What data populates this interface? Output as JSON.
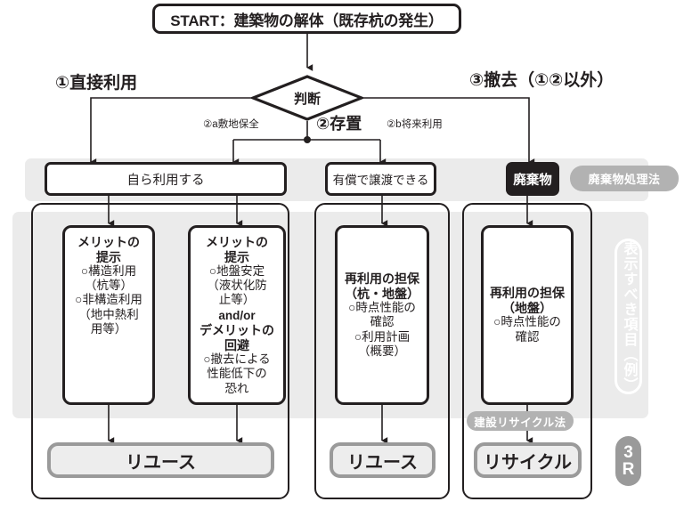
{
  "start": {
    "label": "START：建築物の解体（既存杭の発生）"
  },
  "decision": {
    "label": "判断"
  },
  "branches": {
    "direct_use": "①直接利用",
    "leave_in_place": "②存置",
    "removal": "③撤去（①②以外）",
    "site_preservation": "②a敷地保全",
    "future_use": "②b将来利用"
  },
  "outcome_row": {
    "self_use": "自ら利用する",
    "paid_transfer": "有償で譲渡できる",
    "waste": "廃棄物"
  },
  "laws": {
    "waste_disposal_law": "廃棄物処理法",
    "construction_recycling_law": "建設リサイクル法"
  },
  "details": {
    "merit_1": {
      "heading_line_1": "メリットの",
      "heading_line_2": "提示",
      "lines": [
        "○構造利用",
        "（杭等）",
        "○非構造利用",
        "（地中熱利",
        "用等）"
      ]
    },
    "merit_2": {
      "heading_line_1": "メリットの",
      "heading_line_2": "提示",
      "lines_before": [
        "○地盤安定",
        "（液状化防",
        "止等）"
      ],
      "andor": "and/or",
      "heading2_line_1": "デメリットの",
      "heading2_line_2": "回避",
      "lines_after": [
        "○撤去による",
        "性能低下の",
        "恐れ"
      ]
    },
    "reuse_guarantee": {
      "heading_line_1": "再利用の担保",
      "heading_line_2": "（杭・地盤）",
      "lines": [
        "○時点性能の",
        "確認",
        "○利用計画",
        "（概要）"
      ]
    },
    "recycle_guarantee": {
      "heading_line_1": "再利用の担保",
      "heading_line_2": "（地盤）",
      "lines": [
        "○時点性能の",
        "確認"
      ]
    }
  },
  "outcomes": {
    "reuse_a": "リユース",
    "reuse_b": "リユース",
    "recycle": "リサイクル"
  },
  "side": {
    "vertical_label": "表示すべき項目（例）",
    "badge_line_1": "3",
    "badge_line_2": "R"
  },
  "colors": {
    "ink": "#231f20",
    "band": "#ebebeb",
    "pill_gray": "#b2b2b2",
    "outcome_fill": "#ededed",
    "outcome_border": "#9a9a9a"
  }
}
